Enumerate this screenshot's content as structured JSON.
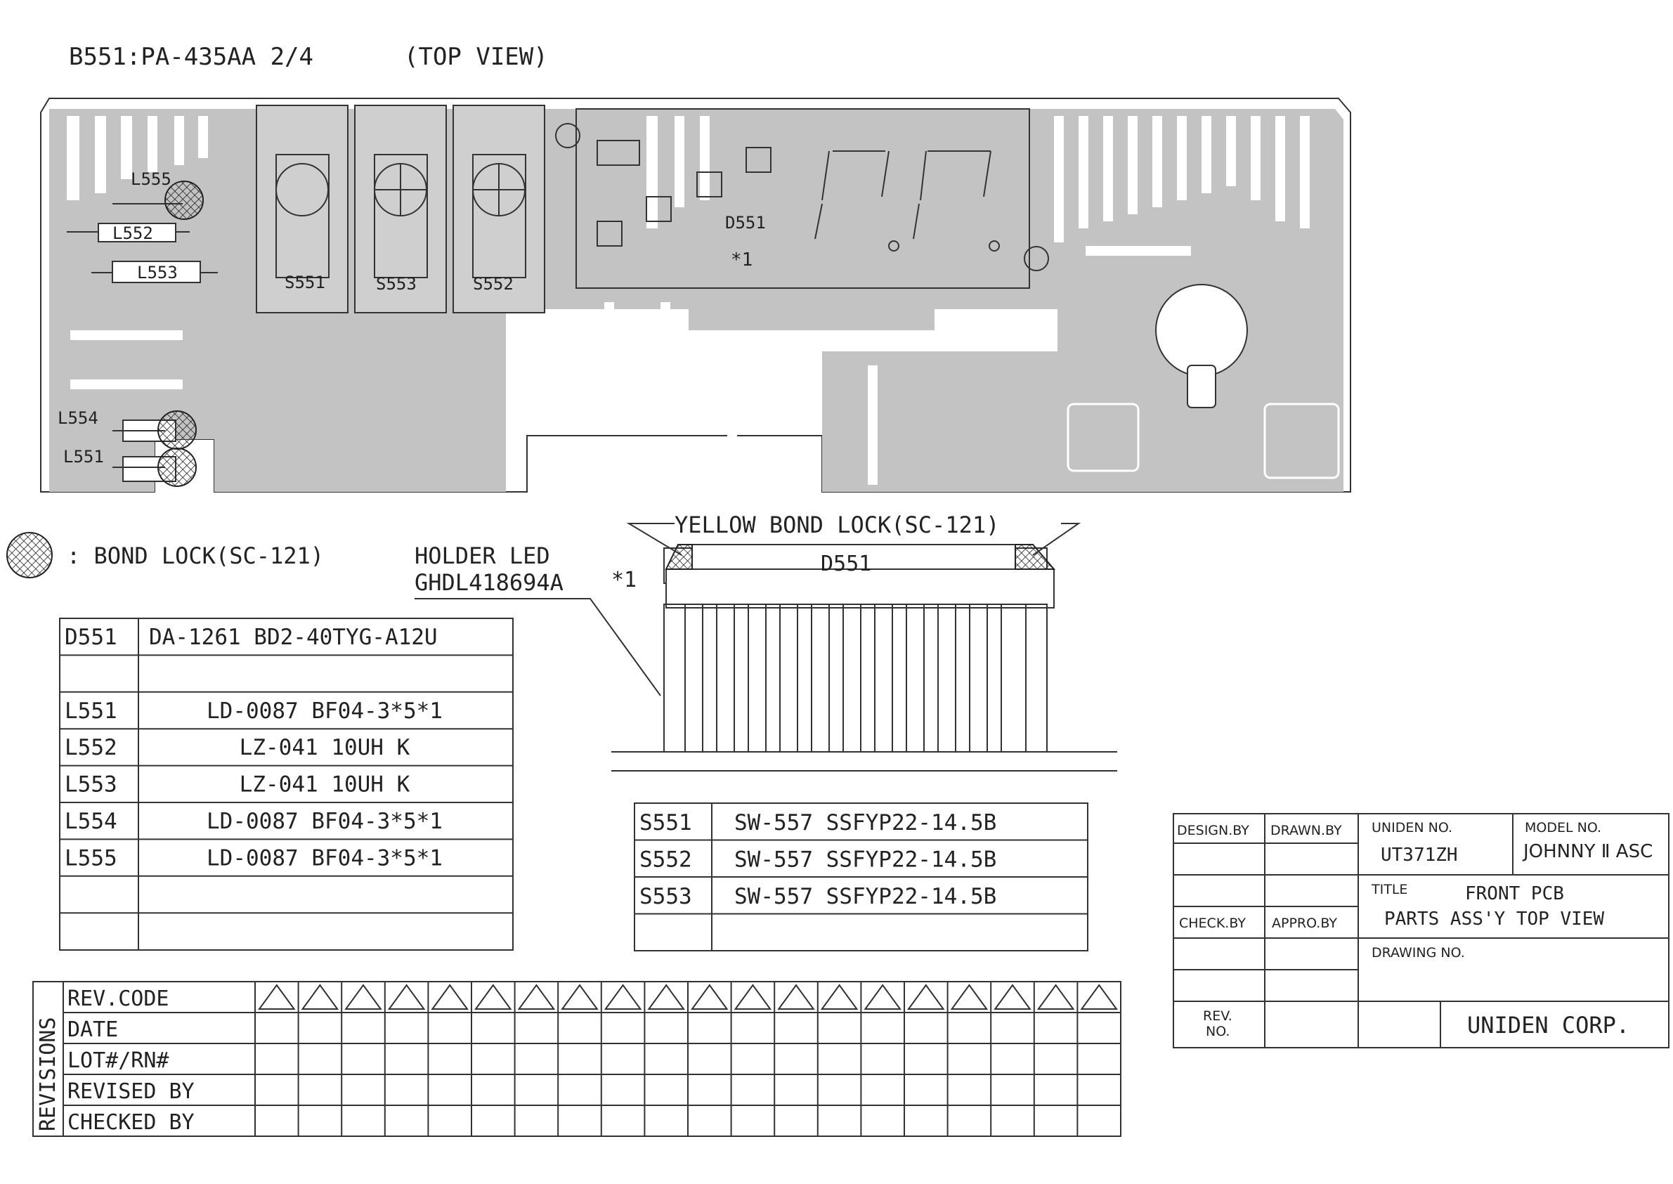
{
  "header": {
    "board_ref": "B551:PA-435AA 2/4",
    "view": "(TOP VIEW)"
  },
  "pcb": {
    "labels": {
      "l555": "L555",
      "l552": "L552",
      "l553": "L553",
      "l554": "L554",
      "l551": "L551",
      "s551": "S551",
      "s553": "S553",
      "s552": "S552",
      "d551": "D551",
      "mark": "*1"
    }
  },
  "legend": {
    "bond_lock": ": BOND LOCK(SC-121)",
    "holder_led_line1": "HOLDER LED",
    "holder_led_line2": "GHDL418694A",
    "holder_mark": "*1",
    "yellow_bond_lock": "YELLOW BOND LOCK(SC-121)",
    "d551_label": "D551"
  },
  "parts_table_left": {
    "rows": [
      {
        "ref": "D551",
        "part": "DA-1261 BD2-40TYG-A12U"
      },
      {
        "ref": "",
        "part": ""
      },
      {
        "ref": "L551",
        "part": "LD-0087 BF04-3*5*1"
      },
      {
        "ref": "L552",
        "part": "LZ-041 10UH K"
      },
      {
        "ref": "L553",
        "part": "LZ-041 10UH K"
      },
      {
        "ref": "L554",
        "part": "LD-0087 BF04-3*5*1"
      },
      {
        "ref": "L555",
        "part": "LD-0087 BF04-3*5*1"
      },
      {
        "ref": "",
        "part": ""
      },
      {
        "ref": "",
        "part": ""
      }
    ]
  },
  "parts_table_right": {
    "rows": [
      {
        "ref": "S551",
        "part": "SW-557 SSFYP22-14.5B"
      },
      {
        "ref": "S552",
        "part": "SW-557 SSFYP22-14.5B"
      },
      {
        "ref": "S553",
        "part": "SW-557 SSFYP22-14.5B"
      },
      {
        "ref": "",
        "part": ""
      }
    ]
  },
  "revisions": {
    "title": "REVISIONS",
    "rows": [
      "REV.CODE",
      "DATE",
      "LOT#/RN#",
      "REVISED BY",
      "CHECKED BY"
    ]
  },
  "title_block": {
    "design_by": "DESIGN.BY",
    "drawn_by": "DRAWN.BY",
    "uniden_no_label": "UNIDEN NO.",
    "uniden_no": "UT371ZH",
    "model_no_label": "MODEL NO.",
    "model_no": "JOHNNY Ⅱ ASC",
    "title_label": "TITLE",
    "title_line1": "FRONT PCB",
    "title_line2": "PARTS ASS'Y TOP VIEW",
    "check_by": "CHECK.BY",
    "appro_by": "APPRO.BY",
    "drawing_no_label": "DRAWING NO.",
    "rev_no_line1": "REV.",
    "rev_no_line2": "NO.",
    "company": "UNIDEN CORP."
  }
}
